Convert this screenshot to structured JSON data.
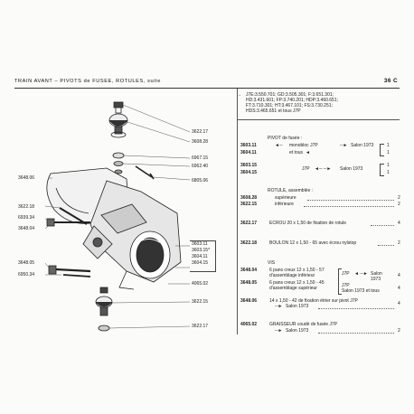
{
  "header": {
    "title": "TRAIN AVANT  –  PIVOTS de FUSEE, ROTULES, suite",
    "page": "36 C"
  },
  "applicability": [
    "J7E:3.550.701;  GD:3.505.301;  F:3.651.301;",
    "HD:3.431.601;  FP:3.740.201;  HDP:3.460.651;",
    "FT:3.710.301;  HT:3.467.101;  FS:3.730.251;",
    "HDS:3.465.651 et tous J7P"
  ],
  "diagram_refs": {
    "r3622_17a": "3622.17",
    "r3608_28": "3608.28",
    "r6967_15": "6967.15",
    "r6962_40": "6962.40",
    "r6805_06": "6805.06",
    "r3648_06a": "3648.06",
    "r3622_18": "3622.18",
    "r6939_34": "6939.34",
    "r3648_04": "3648.04",
    "r3648_05": "3648.05",
    "r6950_34": "6950.34",
    "r3603_11": "3603.11",
    "r3603_15": "3603.15*",
    "r3604_11": "3604.11",
    "r3604_15": "3604.15",
    "r4065_02": "4065.02",
    "r3622_15": "3622.15",
    "r3622_17b": "3622.17"
  },
  "catalog": {
    "pivot_title": "PIVOT de fusée :",
    "p3603_11": {
      "ref": "3603.11",
      "desc": "monobloc J7P",
      "note": "Salon 1973",
      "qty": "1"
    },
    "p3604_11": {
      "ref": "3604.11",
      "desc": "et tous",
      "qty": "1"
    },
    "p3603_15": {
      "ref": "3603.15",
      "desc": "J7P",
      "note": "Salon 1973",
      "qty": "1"
    },
    "p3604_15": {
      "ref": "3604.15",
      "qty": "1"
    },
    "rotule_title": "ROTULE, assemblée :",
    "p3608_28": {
      "ref": "3608.28",
      "desc": "supérieure",
      "qty": "2"
    },
    "p3622_15": {
      "ref": "3622.15",
      "desc": "inférieure",
      "qty": "2"
    },
    "p3622_17": {
      "ref": "3622.17",
      "desc": "ECROU 20 x 1,50 de fixation de rotule",
      "qty": "4"
    },
    "p3622_18": {
      "ref": "3622.18",
      "desc": "BOULON 12 x 1,50 - 65 avec écrou nylstop",
      "qty": "2"
    },
    "vis_title": "VIS",
    "p3648_04": {
      "ref": "3648.04",
      "desc1": "6 pans creux 12 x 1,50 - 57",
      "desc2": "d'assemblage inférieur",
      "note": "J7P",
      "note2": "Salon",
      "note3": "1973"
    },
    "p3648_05": {
      "ref": "3648.05",
      "desc1": "6 pans creux 12 x 1,50 - 45",
      "desc2": "d'assemblage supérieur",
      "note": "J7P",
      "note2": "Salon 1973 et tous",
      "qty1": "4",
      "qty2": "4"
    },
    "p3648_06": {
      "ref": "3648.06",
      "desc1": "14 x 1,50 - 42 de fixation étrier sur pivot J7P",
      "desc2": "Salon 1973",
      "qty": "4"
    },
    "p4065_02": {
      "ref": "4065.02",
      "desc1": "GRAISSEUR coudé de fusée J7P",
      "desc2": "Salon 1973",
      "qty": "2"
    }
  }
}
